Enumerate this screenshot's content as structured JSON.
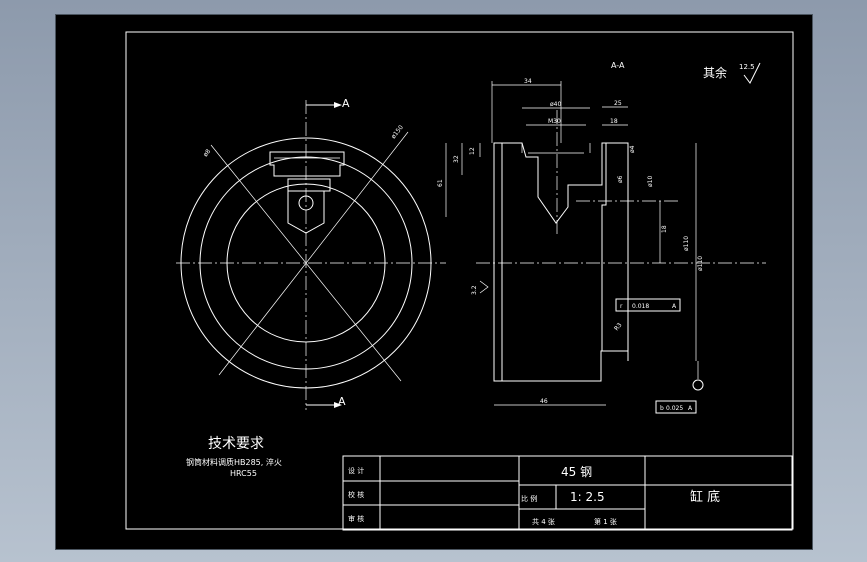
{
  "drawing": {
    "section_label": "A-A",
    "cut_label_top": "A",
    "cut_label_bottom": "A",
    "surface_finish": {
      "text": "其余",
      "value": "12.5"
    },
    "surface_finish_side": "3.2",
    "left_dims": {
      "d8": "ø8",
      "d150": "ø150"
    },
    "section_dims": {
      "d34": "34",
      "d40": "ø40",
      "m30": "M30",
      "d25": "25",
      "d18": "18",
      "d12": "12",
      "d32": "32",
      "d61": "61",
      "d4": "ø4",
      "d6": "ø6",
      "d10": "ø10",
      "d18v": "18",
      "d110h": "ø110",
      "d110v": "ø110",
      "r3": "R3",
      "d46": "46"
    },
    "tolerance1": {
      "symbol": "r",
      "value": "0.018",
      "datum": "A"
    },
    "tolerance2": {
      "symbol": "b",
      "value": "0.025",
      "datum": "A"
    }
  },
  "tech_requirements": {
    "title": "技术要求",
    "line1": "钢筒材料调质HB285, 淬火",
    "line2": "HRC55"
  },
  "title_block": {
    "design": "设 计",
    "check": "校 核",
    "review": "审 核",
    "material": "45 钢",
    "scale_label": "比 例",
    "scale_value": "1: 2.5",
    "part_name": "缸 底",
    "total_sheets": "共 4 张",
    "sheet_number": "第 1 张"
  }
}
